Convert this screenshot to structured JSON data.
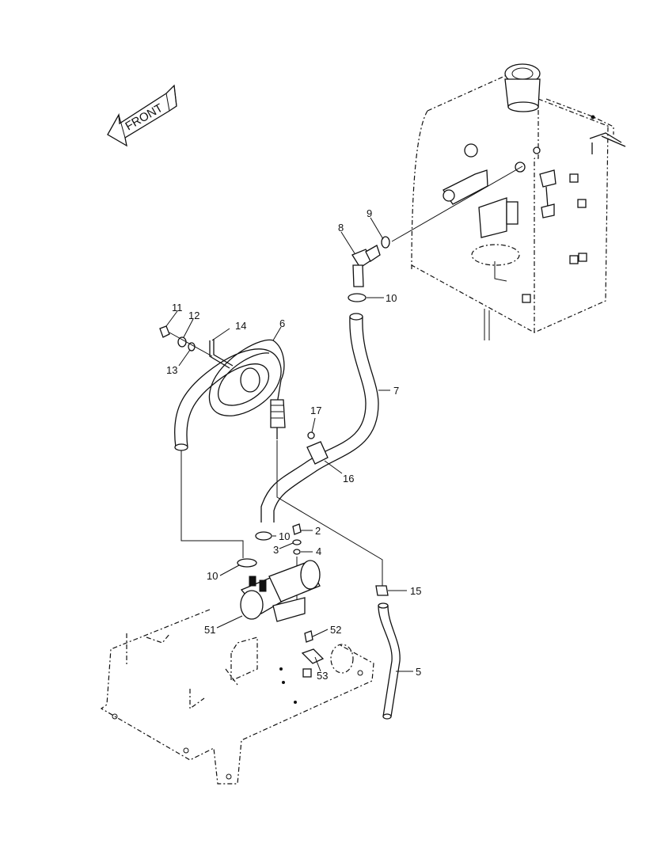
{
  "front_arrow": {
    "label": "FRONT"
  },
  "callouts": [
    {
      "id": "c11",
      "text": "11"
    },
    {
      "id": "c12",
      "text": "12"
    },
    {
      "id": "c13",
      "text": "13"
    },
    {
      "id": "c14",
      "text": "14"
    },
    {
      "id": "c6",
      "text": "6"
    },
    {
      "id": "c8",
      "text": "8"
    },
    {
      "id": "c9",
      "text": "9"
    },
    {
      "id": "c10a",
      "text": "10"
    },
    {
      "id": "c7",
      "text": "7"
    },
    {
      "id": "c17",
      "text": "17"
    },
    {
      "id": "c16",
      "text": "16"
    },
    {
      "id": "c2",
      "text": "2"
    },
    {
      "id": "c10b",
      "text": "10"
    },
    {
      "id": "c3",
      "text": "3"
    },
    {
      "id": "c4",
      "text": "4"
    },
    {
      "id": "c10c",
      "text": "10"
    },
    {
      "id": "c15",
      "text": "15"
    },
    {
      "id": "c51",
      "text": "51"
    },
    {
      "id": "c52",
      "text": "52"
    },
    {
      "id": "c53",
      "text": "53"
    },
    {
      "id": "c5",
      "text": "5"
    }
  ]
}
